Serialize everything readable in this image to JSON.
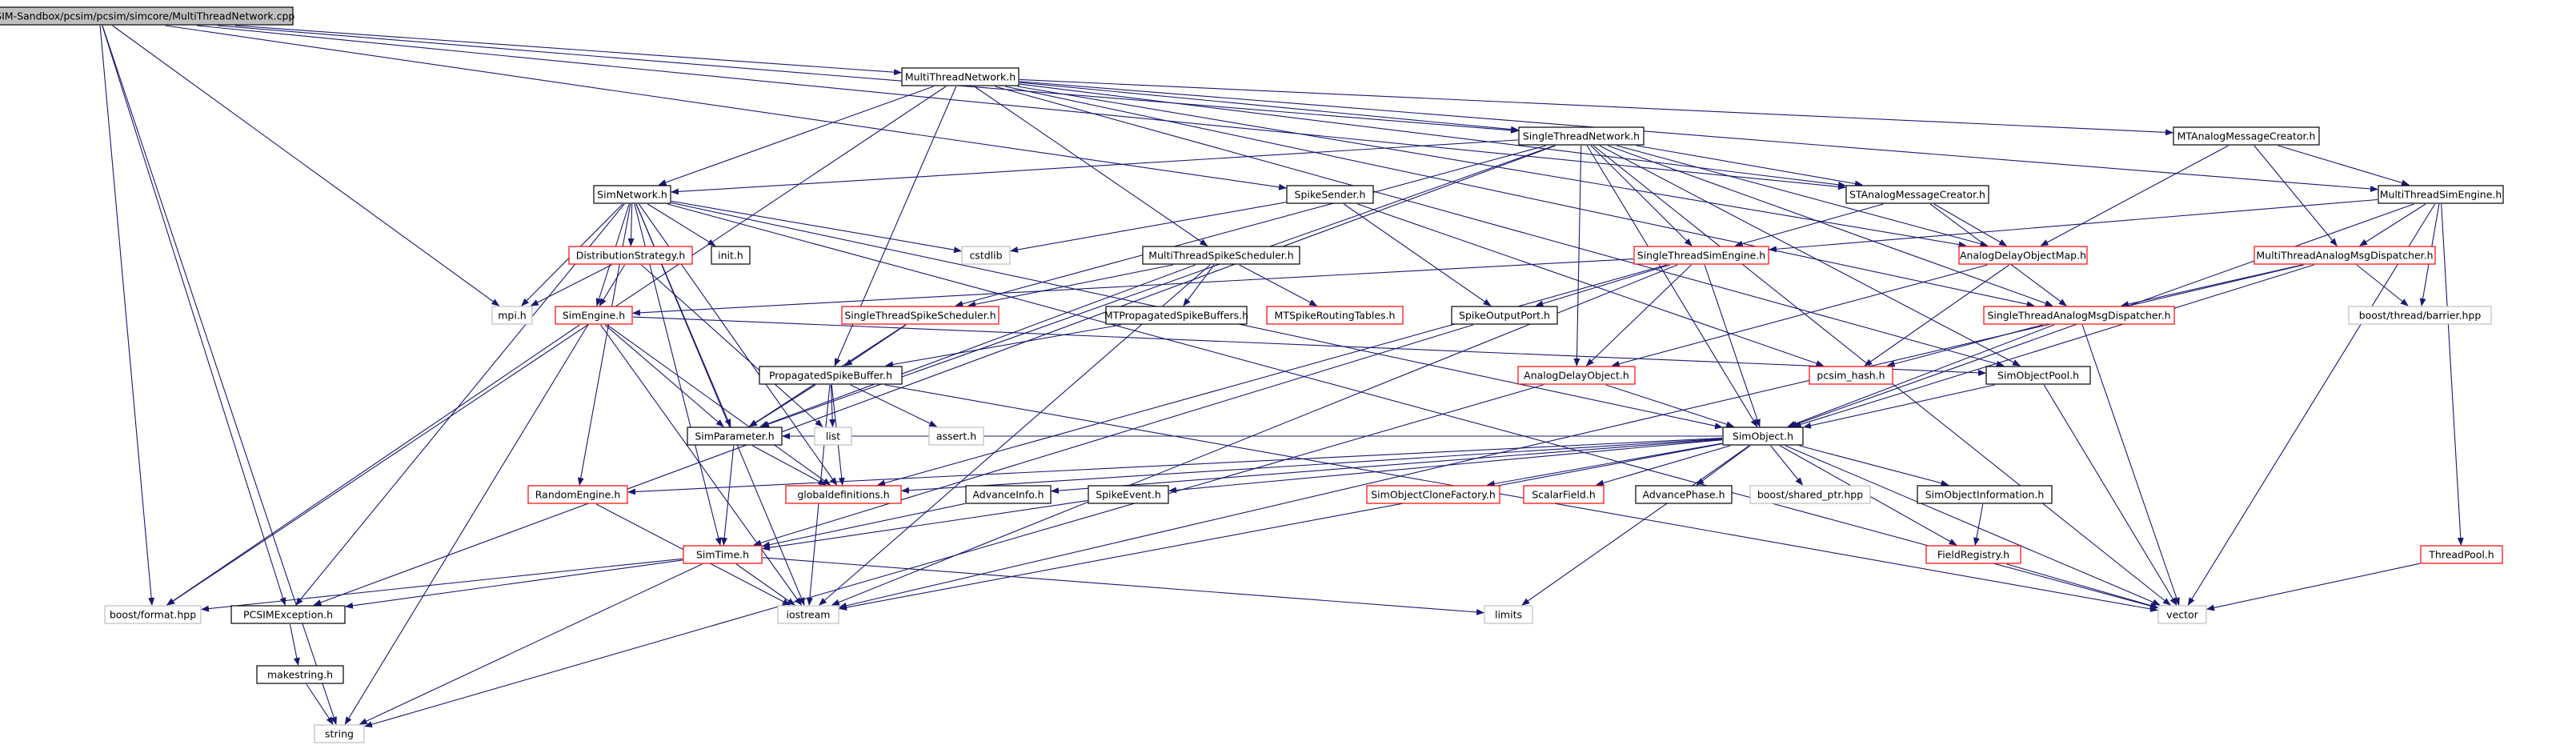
{
  "colors": {
    "edge": "#191970",
    "root_fill": "#bfbfbf",
    "border_documented": "#000000",
    "border_partial": "#ff0000",
    "border_external": "#bfbfbf",
    "text": "#000000"
  },
  "nodes": [
    {
      "id": "root",
      "label": "/home/tnatschl/PCSIM-Sandbox/pcsim/pcsim/simcore/MultiThreadNetwork.cpp",
      "kind": "root"
    },
    {
      "id": "mtn",
      "label": "MultiThreadNetwork.h",
      "kind": "documented"
    },
    {
      "id": "stn",
      "label": "SingleThreadNetwork.h",
      "kind": "documented"
    },
    {
      "id": "mtamc",
      "label": "MTAnalogMessageCreator.h",
      "kind": "documented"
    },
    {
      "id": "simnet",
      "label": "SimNetwork.h",
      "kind": "documented"
    },
    {
      "id": "spikesender",
      "label": "SpikeSender.h",
      "kind": "documented"
    },
    {
      "id": "stamc",
      "label": "STAnalogMessageCreator.h",
      "kind": "documented"
    },
    {
      "id": "mtse",
      "label": "MultiThreadSimEngine.h",
      "kind": "documented"
    },
    {
      "id": "diststrat",
      "label": "DistributionStrategy.h",
      "kind": "partial"
    },
    {
      "id": "init",
      "label": "init.h",
      "kind": "documented"
    },
    {
      "id": "cstdlib",
      "label": "cstdlib",
      "kind": "external"
    },
    {
      "id": "mtss",
      "label": "MultiThreadSpikeScheduler.h",
      "kind": "documented"
    },
    {
      "id": "stse",
      "label": "SingleThreadSimEngine.h",
      "kind": "partial"
    },
    {
      "id": "adom",
      "label": "AnalogDelayObjectMap.h",
      "kind": "partial"
    },
    {
      "id": "mtamd",
      "label": "MultiThreadAnalogMsgDispatcher.h",
      "kind": "partial"
    },
    {
      "id": "mpi",
      "label": "mpi.h",
      "kind": "external"
    },
    {
      "id": "simengine",
      "label": "SimEngine.h",
      "kind": "partial"
    },
    {
      "id": "stss",
      "label": "SingleThreadSpikeScheduler.h",
      "kind": "partial"
    },
    {
      "id": "mtpsb",
      "label": "MTPropagatedSpikeBuffers.h",
      "kind": "documented"
    },
    {
      "id": "mtsrt",
      "label": "MTSpikeRoutingTables.h",
      "kind": "partial"
    },
    {
      "id": "sop",
      "label": "SpikeOutputPort.h",
      "kind": "documented"
    },
    {
      "id": "stamd",
      "label": "SingleThreadAnalogMsgDispatcher.h",
      "kind": "partial"
    },
    {
      "id": "barrier",
      "label": "boost/thread/barrier.hpp",
      "kind": "external"
    },
    {
      "id": "psb",
      "label": "PropagatedSpikeBuffer.h",
      "kind": "documented"
    },
    {
      "id": "ado",
      "label": "AnalogDelayObject.h",
      "kind": "partial"
    },
    {
      "id": "pcsimhash",
      "label": "pcsim_hash.h",
      "kind": "partial"
    },
    {
      "id": "sopool",
      "label": "SimObjectPool.h",
      "kind": "documented"
    },
    {
      "id": "simparam",
      "label": "SimParameter.h",
      "kind": "documented"
    },
    {
      "id": "list",
      "label": "list",
      "kind": "external"
    },
    {
      "id": "assert",
      "label": "assert.h",
      "kind": "external"
    },
    {
      "id": "simobject",
      "label": "SimObject.h",
      "kind": "documented"
    },
    {
      "id": "rng",
      "label": "RandomEngine.h",
      "kind": "partial"
    },
    {
      "id": "globaldef",
      "label": "globaldefinitions.h",
      "kind": "partial"
    },
    {
      "id": "advinfo",
      "label": "AdvanceInfo.h",
      "kind": "documented"
    },
    {
      "id": "spikeevent",
      "label": "SpikeEvent.h",
      "kind": "documented"
    },
    {
      "id": "socf",
      "label": "SimObjectCloneFactory.h",
      "kind": "partial"
    },
    {
      "id": "scalarfield",
      "label": "ScalarField.h",
      "kind": "partial"
    },
    {
      "id": "advphase",
      "label": "AdvancePhase.h",
      "kind": "documented"
    },
    {
      "id": "sharedptr",
      "label": "boost/shared_ptr.hpp",
      "kind": "external"
    },
    {
      "id": "soinfo",
      "label": "SimObjectInformation.h",
      "kind": "documented"
    },
    {
      "id": "simtime",
      "label": "SimTime.h",
      "kind": "partial"
    },
    {
      "id": "fieldreg",
      "label": "FieldRegistry.h",
      "kind": "partial"
    },
    {
      "id": "threadpool",
      "label": "ThreadPool.h",
      "kind": "partial"
    },
    {
      "id": "bformat",
      "label": "boost/format.hpp",
      "kind": "external"
    },
    {
      "id": "pcsimexc",
      "label": "PCSIMException.h",
      "kind": "documented"
    },
    {
      "id": "iostream",
      "label": "iostream",
      "kind": "external"
    },
    {
      "id": "limits",
      "label": "limits",
      "kind": "external"
    },
    {
      "id": "vector",
      "label": "vector",
      "kind": "external"
    },
    {
      "id": "makestring",
      "label": "makestring.h",
      "kind": "documented"
    },
    {
      "id": "string",
      "label": "string",
      "kind": "external"
    }
  ],
  "edges": [
    [
      "root",
      "mtn"
    ],
    [
      "root",
      "stn"
    ],
    [
      "root",
      "spikesender"
    ],
    [
      "root",
      "stamc"
    ],
    [
      "root",
      "mpi"
    ],
    [
      "root",
      "pcsimexc"
    ],
    [
      "root",
      "bformat"
    ],
    [
      "root",
      "string"
    ],
    [
      "mtn",
      "stn"
    ],
    [
      "mtn",
      "mtamc"
    ],
    [
      "mtn",
      "mtse"
    ],
    [
      "mtn",
      "simnet"
    ],
    [
      "mtn",
      "mtss"
    ],
    [
      "mtn",
      "stamc"
    ],
    [
      "mtn",
      "adom"
    ],
    [
      "mtn",
      "stamd"
    ],
    [
      "mtn",
      "psb"
    ],
    [
      "mtn",
      "sopool"
    ],
    [
      "mtn",
      "bformat"
    ],
    [
      "stn",
      "simnet"
    ],
    [
      "stn",
      "stamc"
    ],
    [
      "stn",
      "stse"
    ],
    [
      "stn",
      "adom"
    ],
    [
      "stn",
      "stamd"
    ],
    [
      "stn",
      "ado"
    ],
    [
      "stn",
      "simobject"
    ],
    [
      "stn",
      "stss"
    ],
    [
      "stn",
      "simparam"
    ],
    [
      "stn",
      "pcsimexc"
    ],
    [
      "stn",
      "sopool"
    ],
    [
      "stn",
      "vector"
    ],
    [
      "mtamc",
      "mtse"
    ],
    [
      "mtamc",
      "mtamd"
    ],
    [
      "mtamc",
      "adom"
    ],
    [
      "mtse",
      "stse"
    ],
    [
      "mtse",
      "mtamd"
    ],
    [
      "mtse",
      "barrier"
    ],
    [
      "mtse",
      "threadpool"
    ],
    [
      "mtse",
      "simobject"
    ],
    [
      "mtse",
      "vector"
    ],
    [
      "simnet",
      "init"
    ],
    [
      "simnet",
      "cstdlib"
    ],
    [
      "simnet",
      "diststrat"
    ],
    [
      "simnet",
      "mpi"
    ],
    [
      "simnet",
      "simengine"
    ],
    [
      "simnet",
      "simparam"
    ],
    [
      "simnet",
      "rng"
    ],
    [
      "simnet",
      "simtime"
    ],
    [
      "simnet",
      "pcsimexc"
    ],
    [
      "simnet",
      "iostream"
    ],
    [
      "simnet",
      "simobject"
    ],
    [
      "simnet",
      "vector"
    ],
    [
      "simnet",
      "globaldef"
    ],
    [
      "spikesender",
      "cstdlib"
    ],
    [
      "spikesender",
      "sop"
    ],
    [
      "spikesender",
      "pcsimhash"
    ],
    [
      "stamc",
      "adom"
    ],
    [
      "stamc",
      "stamd"
    ],
    [
      "stamc",
      "stse"
    ],
    [
      "diststrat",
      "mpi"
    ],
    [
      "diststrat",
      "simengine"
    ],
    [
      "diststrat",
      "list"
    ],
    [
      "mtss",
      "stss"
    ],
    [
      "mtss",
      "mtpsb"
    ],
    [
      "mtss",
      "mtsrt"
    ],
    [
      "mtss",
      "iostream"
    ],
    [
      "mtss",
      "simparam"
    ],
    [
      "stse",
      "simengine"
    ],
    [
      "stse",
      "sop"
    ],
    [
      "stse",
      "ado"
    ],
    [
      "stse",
      "simobject"
    ],
    [
      "stse",
      "iostream"
    ],
    [
      "stse",
      "globaldef"
    ],
    [
      "adom",
      "ado"
    ],
    [
      "adom",
      "pcsimhash"
    ],
    [
      "mtamd",
      "stamd"
    ],
    [
      "mtamd",
      "barrier"
    ],
    [
      "mtamd",
      "simobject"
    ],
    [
      "mtamd",
      "iostream"
    ],
    [
      "simengine",
      "sopool"
    ],
    [
      "simengine",
      "simparam"
    ],
    [
      "simengine",
      "bformat"
    ],
    [
      "simengine",
      "iostream"
    ],
    [
      "simengine",
      "string"
    ],
    [
      "simengine",
      "globaldef"
    ],
    [
      "stss",
      "psb"
    ],
    [
      "stss",
      "simparam"
    ],
    [
      "mtpsb",
      "psb"
    ],
    [
      "sop",
      "simtime"
    ],
    [
      "stamd",
      "pcsimhash"
    ],
    [
      "stamd",
      "simobject"
    ],
    [
      "stamd",
      "vector"
    ],
    [
      "psb",
      "simparam"
    ],
    [
      "psb",
      "list"
    ],
    [
      "psb",
      "assert"
    ],
    [
      "psb",
      "iostream"
    ],
    [
      "psb",
      "globaldef"
    ],
    [
      "psb",
      "vector"
    ],
    [
      "ado",
      "simobject"
    ],
    [
      "ado",
      "string"
    ],
    [
      "sopool",
      "simobject"
    ],
    [
      "sopool",
      "vector"
    ],
    [
      "simparam",
      "simtime"
    ],
    [
      "simparam",
      "globaldef"
    ],
    [
      "simobject",
      "rng"
    ],
    [
      "simobject",
      "globaldef"
    ],
    [
      "simobject",
      "advinfo"
    ],
    [
      "simobject",
      "spikeevent"
    ],
    [
      "simobject",
      "socf"
    ],
    [
      "simobject",
      "scalarfield"
    ],
    [
      "simobject",
      "advphase"
    ],
    [
      "simobject",
      "sharedptr"
    ],
    [
      "simobject",
      "soinfo"
    ],
    [
      "simobject",
      "fieldreg"
    ],
    [
      "simobject",
      "iostream"
    ],
    [
      "simobject",
      "limits"
    ],
    [
      "simobject",
      "vector"
    ],
    [
      "simobject",
      "simparam"
    ],
    [
      "rng",
      "iostream"
    ],
    [
      "advinfo",
      "simtime"
    ],
    [
      "spikeevent",
      "simtime"
    ],
    [
      "soinfo",
      "fieldreg"
    ],
    [
      "fieldreg",
      "vector"
    ],
    [
      "threadpool",
      "vector"
    ],
    [
      "simtime",
      "bformat"
    ],
    [
      "simtime",
      "pcsimexc"
    ],
    [
      "simtime",
      "iostream"
    ],
    [
      "simtime",
      "limits"
    ],
    [
      "simtime",
      "string"
    ],
    [
      "pcsimexc",
      "makestring"
    ],
    [
      "makestring",
      "string"
    ]
  ]
}
